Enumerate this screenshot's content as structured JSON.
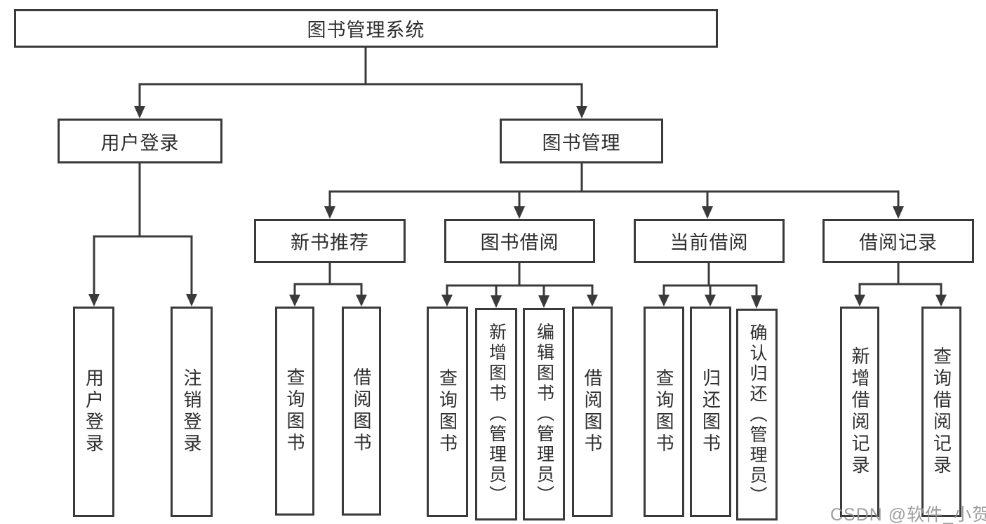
{
  "diagram": {
    "root": {
      "label": "图书管理系统"
    },
    "branches": [
      {
        "label": "用户登录",
        "children": [
          "用户登录",
          "注销登录"
        ]
      },
      {
        "label": "图书管理",
        "groups": [
          {
            "label": "新书推荐",
            "children": [
              "查询图书",
              "借阅图书"
            ]
          },
          {
            "label": "图书借阅",
            "children": [
              "查询图书",
              "新增图书（管理员）",
              "编辑图书（管理员）",
              "借阅图书"
            ]
          },
          {
            "label": "当前借阅",
            "children": [
              "查询图书",
              "归还图书",
              "确认归还（管理员）"
            ]
          },
          {
            "label": "借阅记录",
            "children": [
              "新增借阅记录",
              "查询借阅记录"
            ]
          }
        ]
      }
    ]
  },
  "watermark": {
    "text": "CSDN @软件_小贺同学"
  },
  "colors": {
    "line": "#3a3a3a",
    "box_border": "#3a3a3a",
    "text": "#2e2e2e",
    "background": "#ffffff",
    "watermark": "#949494"
  }
}
